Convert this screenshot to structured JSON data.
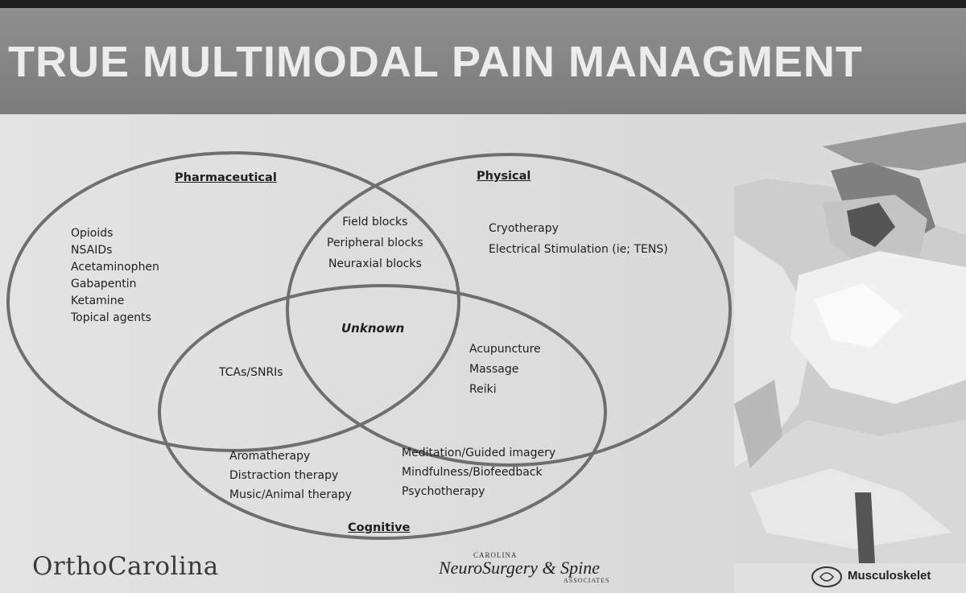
{
  "title": "TRUE MULTIMODAL PAIN MANAGMENT",
  "venn": {
    "pharmaceutical": {
      "heading": "Pharmaceutical",
      "items": [
        "Opioids",
        "NSAIDs",
        "Acetaminophen",
        "Gabapentin",
        "Ketamine",
        "Topical agents"
      ]
    },
    "physical": {
      "heading": "Physical",
      "items": [
        "Cryotherapy",
        "Electrical Stimulation (ie; TENS)"
      ]
    },
    "cognitive": {
      "heading": "Cognitive",
      "items_left": [
        "Aromatherapy",
        "Distraction therapy",
        "Music/Animal therapy"
      ],
      "items_right": [
        "Meditation/Guided imagery",
        "Mindfulness/Biofeedback",
        "Psychotherapy"
      ]
    },
    "pharm_physical": [
      "Field blocks",
      "Peripheral blocks",
      "Neuraxial blocks"
    ],
    "pharm_cognitive": [
      "TCAs/SNRIs"
    ],
    "physical_cognitive": [
      "Acupuncture",
      "Massage",
      "Reiki"
    ],
    "center": "Unknown"
  },
  "logos": {
    "orthocarolina": "OrthoCarolina",
    "neuro_top": "CAROLINA",
    "neuro_main": "NeuroSurgery & Spine",
    "neuro_bottom": "ASSOCIATES",
    "musculoskeletal": "Musculoskelet"
  },
  "colors": {
    "title_bar": "#858585",
    "title_text": "#ececec",
    "content_bg": "#dedede",
    "circle_stroke": "#6e6e6e"
  }
}
